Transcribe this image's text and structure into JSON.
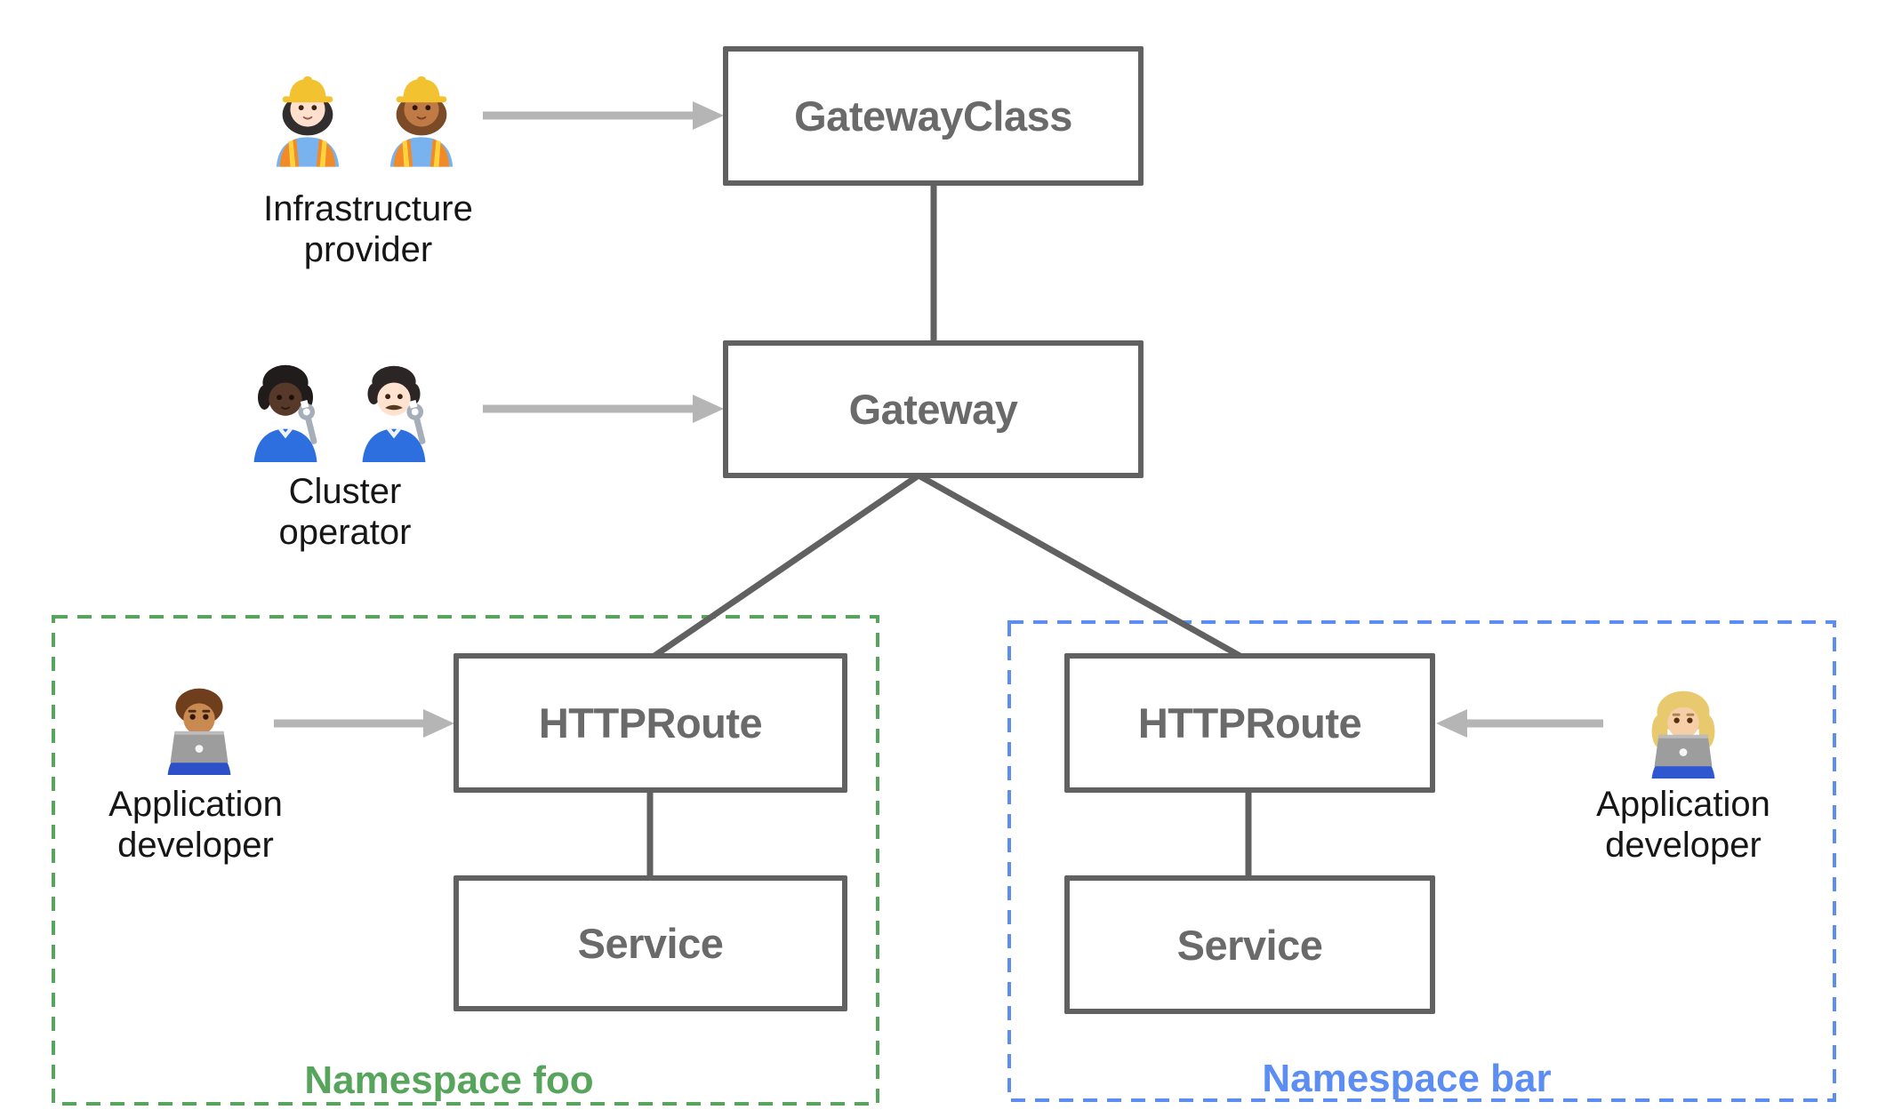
{
  "page": {
    "background": "#ffffff",
    "description": "Kubernetes Gateway API resource model diagram"
  },
  "nodes": {
    "gateway_class": {
      "label": "GatewayClass"
    },
    "gateway": {
      "label": "Gateway"
    },
    "httproute_foo": {
      "label": "HTTPRoute"
    },
    "service_foo": {
      "label": "Service"
    },
    "httproute_bar": {
      "label": "HTTPRoute"
    },
    "service_bar": {
      "label": "Service"
    }
  },
  "namespaces": {
    "foo": {
      "label": "Namespace foo",
      "color": "#57a55c",
      "border_style": "dashed"
    },
    "bar": {
      "label": "Namespace bar",
      "color": "#5b8df2",
      "border_style": "dashed"
    }
  },
  "personas": {
    "infrastructure_provider": {
      "line1": "Infrastructure",
      "line2": "provider",
      "icons": [
        "woman-construction-worker-light-emoji",
        "woman-construction-worker-medium-emoji"
      ]
    },
    "cluster_operator": {
      "line1": "Cluster",
      "line2": "operator",
      "icons": [
        "mechanic-dark-emoji",
        "man-mechanic-light-emoji"
      ]
    },
    "app_developer_foo": {
      "line1": "Application",
      "line2": "developer",
      "icons": [
        "man-technologist-medium-emoji"
      ]
    },
    "app_developer_bar": {
      "line1": "Application",
      "line2": "developer",
      "icons": [
        "woman-technologist-light-emoji"
      ]
    }
  },
  "edges": [
    {
      "from": "GatewayClass",
      "to": "Gateway"
    },
    {
      "from": "Gateway",
      "to": "HTTPRoute (Namespace foo)"
    },
    {
      "from": "Gateway",
      "to": "HTTPRoute (Namespace bar)"
    },
    {
      "from": "HTTPRoute (Namespace foo)",
      "to": "Service (Namespace foo)"
    },
    {
      "from": "HTTPRoute (Namespace bar)",
      "to": "Service (Namespace bar)"
    }
  ],
  "arrows": [
    {
      "from": "Infrastructure provider",
      "to": "GatewayClass"
    },
    {
      "from": "Cluster operator",
      "to": "Gateway"
    },
    {
      "from": "Application developer (namespace foo)",
      "to": "HTTPRoute (Namespace foo)"
    },
    {
      "from": "Application developer (namespace bar)",
      "to": "HTTPRoute (Namespace bar)"
    }
  ],
  "colors": {
    "node_border": "#616161",
    "node_text": "#6a6a6a",
    "connector": "#616161",
    "arrow": "#b5b5b5",
    "persona_text": "#161616",
    "namespace_foo_green": "#57a55c",
    "namespace_bar_blue": "#5b8df2"
  }
}
